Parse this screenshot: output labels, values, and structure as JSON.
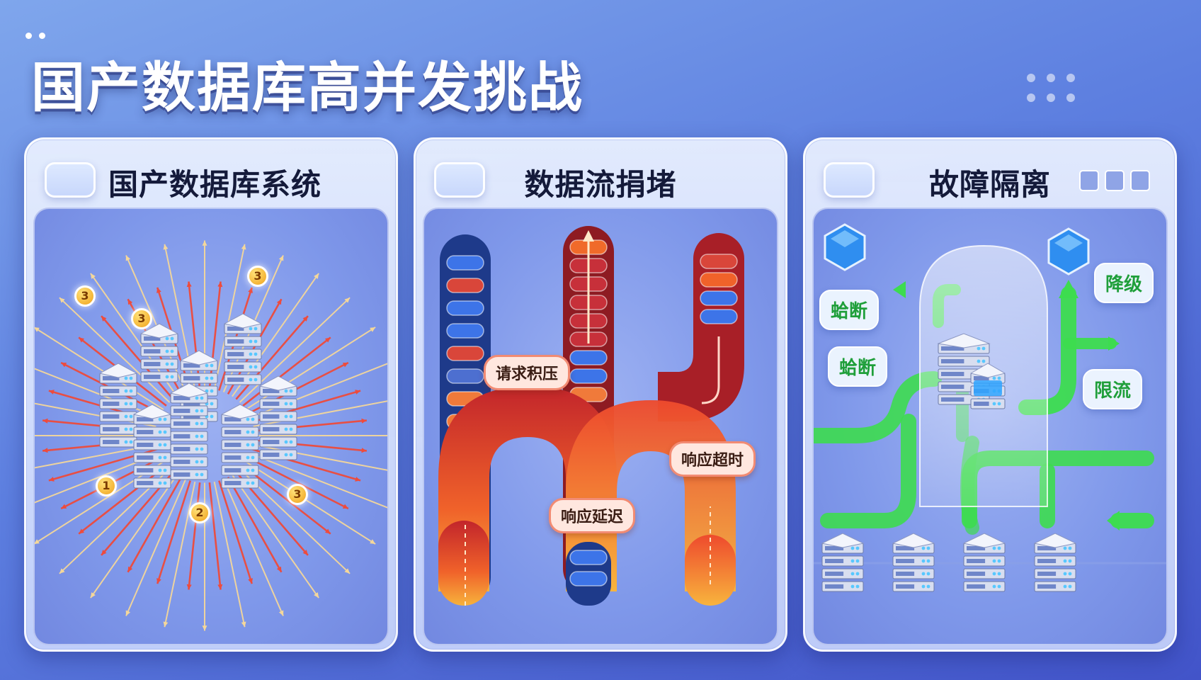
{
  "page": {
    "title": "国产数据库高并发挑战"
  },
  "panels": [
    {
      "title": "国产数据库系统",
      "badges": [
        "3",
        "3",
        "3",
        "1",
        "2",
        "3"
      ]
    },
    {
      "title": "数据流捐堵",
      "labels": {
        "backlog": "请求积压",
        "timeout": "响应超时",
        "delay": "响应延迟"
      }
    },
    {
      "title": "故障隔离",
      "labels": {
        "breaker_top": "蛤断",
        "breaker_mid": "蛤断",
        "degrade": "降级",
        "limit": "限流"
      }
    }
  ],
  "colors": {
    "background": "#5d7fe0",
    "arrow_red": "#ee4b3c",
    "arrow_gold": "#f3d08a",
    "pipe_blue": "#2f62d6",
    "pipe_red": "#b3262c",
    "pipe_orange": "#f07a2a",
    "flow_green": "#36d94c"
  },
  "icons": [
    "server-rack-icon",
    "cube-icon",
    "glass-dome-icon",
    "arrow-icon"
  ]
}
